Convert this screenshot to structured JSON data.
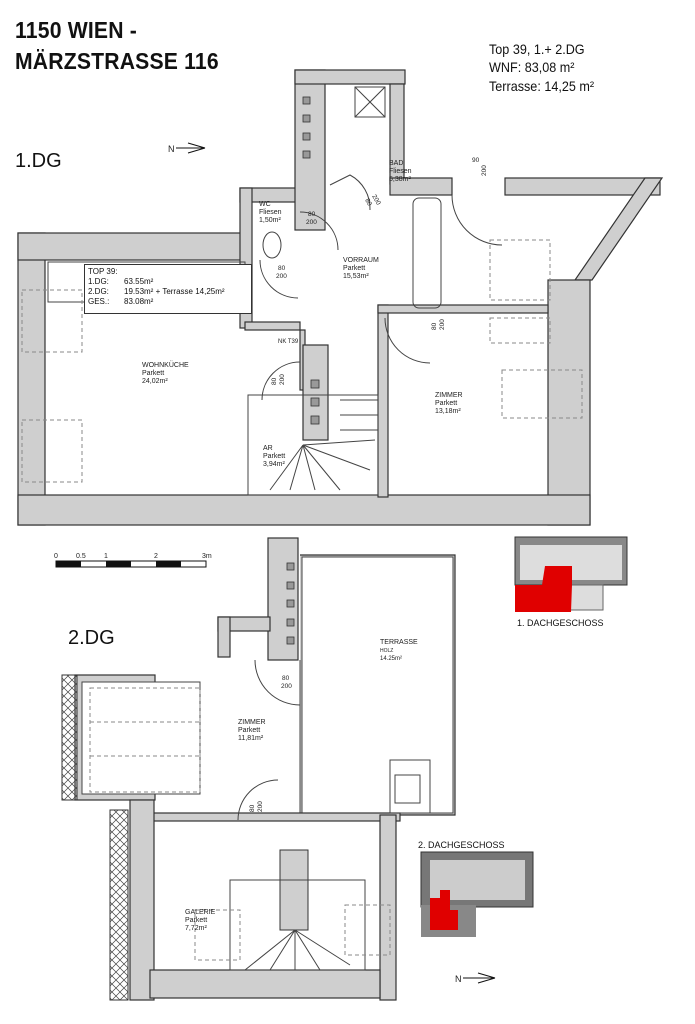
{
  "header": {
    "title_line1": "1150 WIEN  -",
    "title_line2": "MÄRZSTRASSE 116"
  },
  "info": {
    "line1": "Top 39, 1.+ 2.DG",
    "line2": "WNF: 83,08 m²",
    "line3": "Terrasse: 14,25 m²"
  },
  "north_label": "N",
  "floor1": {
    "label": "1.DG",
    "summary": {
      "title": "TOP 39:",
      "rows": [
        {
          "k": "1.DG:",
          "v": "63.55m²"
        },
        {
          "k": "2.DG:",
          "v": "19.53m² + Terrasse 14,25m²"
        },
        {
          "k": "GES.:",
          "v": "83.08m²"
        }
      ]
    },
    "rooms": [
      {
        "name": "WC",
        "floor": "Fliesen",
        "area": "1,50m²"
      },
      {
        "name": "BAD",
        "floor": "Fliesen",
        "area": "5,38m²"
      },
      {
        "name": "VORRAUM",
        "floor": "Parkett",
        "area": "15,53m²"
      },
      {
        "name": "WOHNKÜCHE",
        "floor": "Parkett",
        "area": "24,02m²"
      },
      {
        "name": "AR",
        "floor": "Parkett",
        "area": "3,94m²"
      },
      {
        "name": "ZIMMER",
        "floor": "Parkett",
        "area": "13,18m²"
      }
    ],
    "nk_label": "NK T39",
    "doors": [
      {
        "w": "80",
        "h": "200"
      },
      {
        "w": "80",
        "h": "200"
      },
      {
        "w": "90",
        "h": "200"
      },
      {
        "w": "80",
        "h": "200"
      },
      {
        "w": "80",
        "h": "200"
      },
      {
        "w": "80",
        "h": "200"
      }
    ]
  },
  "scale": {
    "ticks": [
      "0",
      "0.5",
      "1",
      "2",
      "3m"
    ]
  },
  "floor2": {
    "label": "2.DG",
    "rooms": [
      {
        "name": "ZIMMER",
        "floor": "Parkett",
        "area": "11,81m²"
      },
      {
        "name": "TERRASSE",
        "floor": "HOLZ",
        "area": "14.25m²"
      },
      {
        "name": "GALERIE",
        "floor": "Parkett",
        "area": "7,72m²"
      }
    ],
    "doors": [
      {
        "w": "80",
        "h": "200"
      },
      {
        "w": "80",
        "h": "200"
      }
    ]
  },
  "keymaps": [
    {
      "label": "1. DACHGESCHOSS",
      "highlight": "#e00000"
    },
    {
      "label": "2. DACHGESCHOSS",
      "highlight": "#e00000"
    }
  ]
}
